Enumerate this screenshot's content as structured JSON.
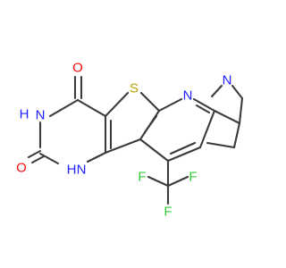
{
  "molecule": {
    "labels": {
      "o_top": "O",
      "o_bottom": "O",
      "s": "S",
      "n_pyridine_ring": "N",
      "n_pyridyl": "N",
      "nh_left": "H",
      "n_left": "N",
      "nh_bottom": "H",
      "n_bottom": "N",
      "f_left": "F",
      "f_right": "F",
      "f_bottom": "F"
    },
    "colors": {
      "bond": "#3b3b3b",
      "oxygen": "#ff0d0d",
      "nitrogen": "#2020ff",
      "sulfur": "#b8a000",
      "fluorine": "#33cc33"
    }
  }
}
